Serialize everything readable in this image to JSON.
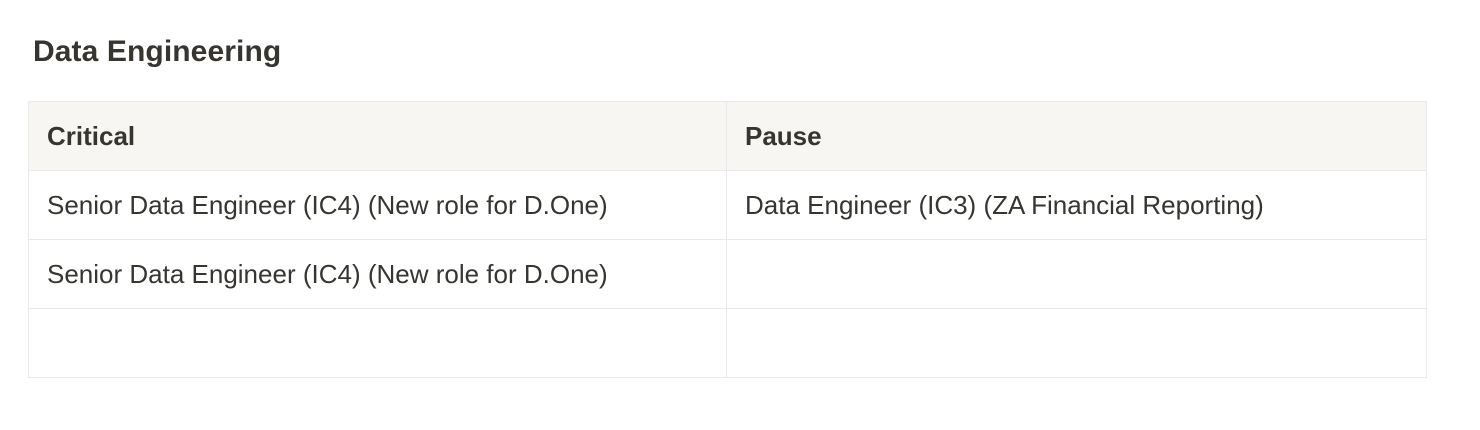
{
  "section": {
    "title": "Data Engineering"
  },
  "table": {
    "headers": [
      "Critical",
      "Pause"
    ],
    "rows": [
      [
        "Senior Data Engineer (IC4) (New role for D.One)",
        "Data Engineer (IC3) (ZA Financial Reporting)"
      ],
      [
        "Senior Data Engineer (IC4) (New role for D.One)",
        ""
      ],
      [
        "",
        ""
      ]
    ]
  },
  "colors": {
    "text": "#37352f",
    "header_bg": "#f7f6f3",
    "border": "#e9e9e7"
  }
}
